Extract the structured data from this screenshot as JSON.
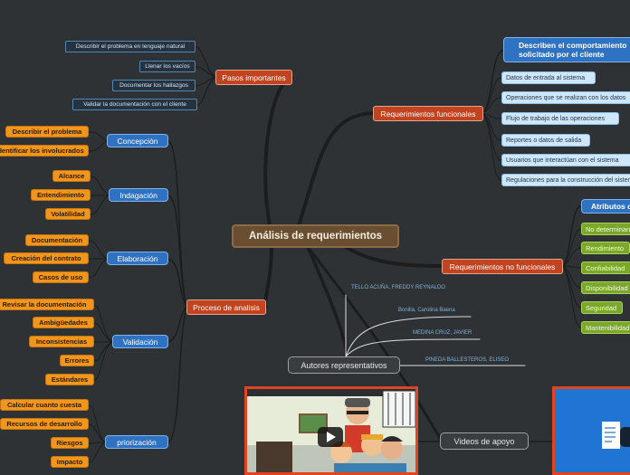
{
  "center": "Análisis de requerimientos",
  "pasos": {
    "label": "Pasos importantes",
    "items": [
      "Describir el problema en lenguaje natural",
      "Llenar los vacíos",
      "Documentar los hallazgos",
      "Validar la documentación con el cliente"
    ]
  },
  "funcionales": {
    "label": "Requerimientos funcionales",
    "head": "Describen el comportamiento solicitado por el cliente",
    "items": [
      "Datos de entrada al sistema",
      "Operaciones que se realizan con los datos",
      "Flujo de trabajo de las operaciones",
      "Reportes o datos de salida",
      "Usuarios que interactúan con el sistema",
      "Regulaciones para la construcción del sistema"
    ]
  },
  "no_funcionales": {
    "label": "Requerimientos no funcionales",
    "head": "Atributos de calidad",
    "items": [
      "No determinan",
      "Rendimiento",
      "Confiabilidad",
      "Disponibilidad",
      "Seguridad",
      "Mantenibilidad"
    ]
  },
  "proceso": {
    "label": "Proceso de analisis",
    "groups": [
      {
        "label": "Concepción",
        "items": [
          "Describir el problema",
          "Identificar los involucrados"
        ]
      },
      {
        "label": "Indagación",
        "items": [
          "Alcance",
          "Entendimiento",
          "Volatilidad"
        ]
      },
      {
        "label": "Elaboración",
        "items": [
          "Documentación",
          "Creación del contrato",
          "Casos de uso"
        ]
      },
      {
        "label": "Validación",
        "items": [
          "Revisar la documentación",
          "Ambigüedades",
          "Inconsistencias",
          "Errores",
          "Estándares"
        ]
      },
      {
        "label": "priorización",
        "items": [
          "Calcular cuanto cuesta",
          "Recursos de desarrollo",
          "Riesgos",
          "Impacto"
        ]
      }
    ]
  },
  "autores": {
    "label": "Autores representativos",
    "items": [
      "TELLO ACUÑA, FREDDY REYNALDO",
      "Bonilla, Carolina Baena",
      "MEDINA CRUZ, JAVIER",
      "PINEDA BALLESTEROS, ELISEO"
    ]
  },
  "videos": {
    "label": "Videos de apoyo"
  },
  "colors": {
    "background": "#2f3234",
    "branch": "#1b1d1f",
    "central": "#6a4e31",
    "main_node": "#c1431f",
    "orange_leaf": "#f0961c",
    "blue_head": "#2f72c2",
    "light_leaf": "#cfe7fb",
    "green_leaf": "#7ba82b",
    "author_text": "#7fb3d6"
  },
  "icons": [
    "play-icon",
    "document-icon",
    "cartoon-thumbnail"
  ]
}
